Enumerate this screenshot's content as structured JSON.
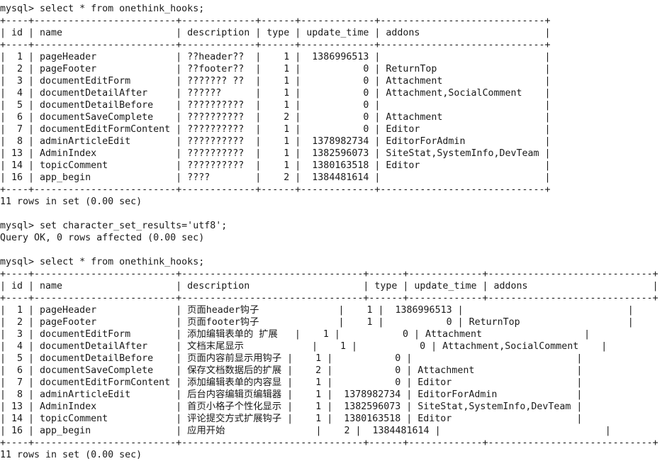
{
  "terminal": {
    "query1": {
      "prompt": "mysql> ",
      "command": "select * from onethink_hooks;",
      "border": "+----+-------------------------+-------------+------+-------------+-----------------------------+",
      "header": "| id | name                    | description | type | update_time | addons                      |",
      "rows": [
        "|  1 | pageHeader              | ??header??  |    1 |  1386996513 |                             |",
        "|  2 | pageFooter              | ??footer??  |    1 |           0 | ReturnTop                   |",
        "|  3 | documentEditForm        | ??????? ??  |    1 |           0 | Attachment                  |",
        "|  4 | documentDetailAfter     | ??????      |    1 |           0 | Attachment,SocialComment    |",
        "|  5 | documentDetailBefore    | ??????????  |    1 |           0 |                             |",
        "|  6 | documentSaveComplete    | ??????????  |    2 |           0 | Attachment                  |",
        "|  7 | documentEditFormContent | ??????????  |    1 |           0 | Editor                      |",
        "|  8 | adminArticleEdit        | ??????????  |    1 |  1378982734 | EditorForAdmin              |",
        "| 13 | AdminIndex              | ??????????  |    1 |  1382596073 | SiteStat,SystemInfo,DevTeam |",
        "| 14 | topicComment            | ??????????  |    1 |  1380163518 | Editor                      |",
        "| 16 | app_begin               | ????        |    2 |  1384481614 |                             |"
      ],
      "summary": "11 rows in set (0.00 sec)"
    },
    "query2": {
      "prompt": "mysql> ",
      "command": "set character_set_results='utf8';",
      "result": "Query OK, 0 rows affected (0.00 sec)"
    },
    "query3": {
      "prompt": "mysql> ",
      "command": "select * from onethink_hooks;",
      "border": "+----+-------------------------+--------------------------------+------+-------------+-----------------------------+",
      "header": "| id | name                    | description                    | type | update_time | addons                      |",
      "rows": [
        "|  1 | pageHeader              | 页面header钩子              |    1 |  1386996513 |                             |",
        "|  2 | pageFooter              | 页面footer钩子              |    1 |           0 | ReturnTop                   |",
        "|  3 | documentEditForm        | 添加编辑表单的 扩展   |    1 |           0 | Attachment                  |",
        "|  4 | documentDetailAfter     | 文档末尾显示            |    1 |           0 | Attachment,SocialComment    |",
        "|  5 | documentDetailBefore    | 页面内容前显示用钩子 |    1 |           0 |                             |",
        "|  6 | documentSaveComplete    | 保存文档数据后的扩展 |    2 |           0 | Attachment                  |",
        "|  7 | documentEditFormContent | 添加编辑表单的内容显 |    1 |           0 | Editor                      |",
        "|  8 | adminArticleEdit        | 后台内容编辑页编辑器 |    1 |  1378982734 | EditorForAdmin              |",
        "| 13 | AdminIndex              | 首页小格子个性化显示 |    1 |  1382596073 | SiteStat,SystemInfo,DevTeam |",
        "| 14 | topicComment            | 评论提交方式扩展钩子 |    1 |  1380163518 | Editor                      |",
        "| 16 | app_begin               | 应用开始                |    2 |  1384481614 |                             |"
      ],
      "summary": "11 rows in set (0.00 sec)"
    }
  }
}
